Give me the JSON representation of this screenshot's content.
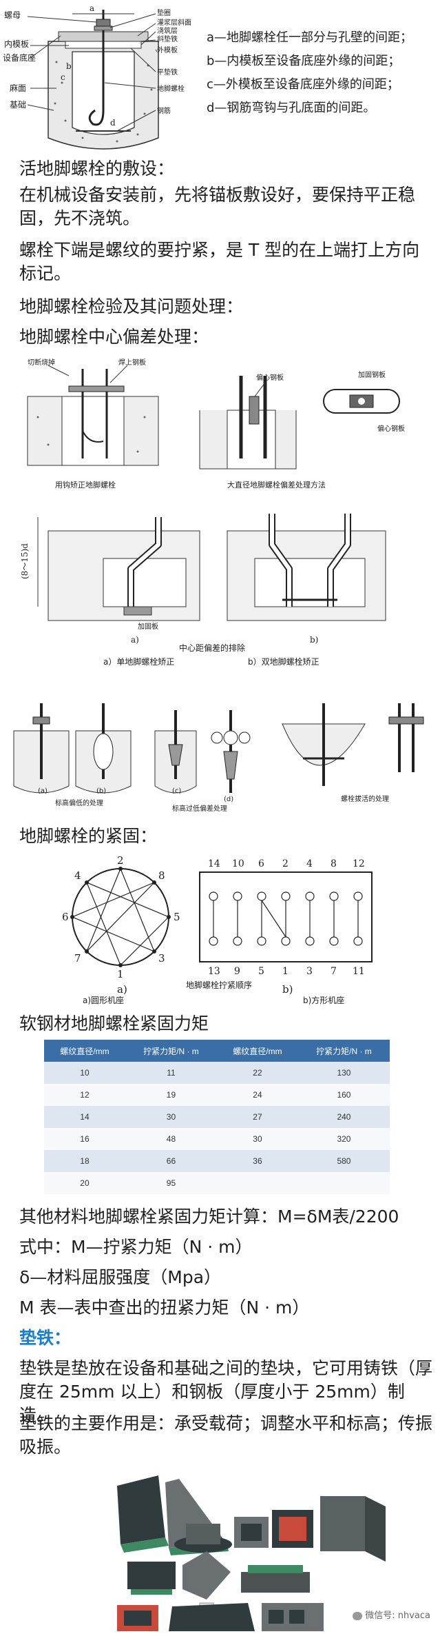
{
  "fig1": {
    "labels_left": [
      "螺母",
      "内模板",
      "设备底座",
      "麻面",
      "基础"
    ],
    "labels_mid": [
      "垫圈",
      "灌浆层斜面",
      "浇筑层",
      "斜垫铁",
      "外模板",
      "平垫铁",
      "地脚螺栓",
      "钢筋"
    ],
    "letters": [
      "a",
      "b",
      "c",
      "d"
    ],
    "legend": [
      "a—地脚螺栓任一部分与孔壁的间距；",
      "b—内模板至设备底座外缘的间距；",
      "c—外模板至设备底座外缘的间距；",
      "d—钢筋弯钩与孔底面的间距。"
    ]
  },
  "text1": {
    "heading": "活地脚螺栓的敷设：",
    "p1": "在机械设备安装前，先将锚板敷设好，要保持平正稳固，先不浇筑。",
    "p2": "螺栓下端是螺纹的要拧紧，是 T 型的在上端打上方向标记。",
    "h2": "地脚螺栓检验及其问题处理：",
    "h3": "地脚螺栓中心偏差处理："
  },
  "fig2": {
    "label_cut": "切断烧掉",
    "label_welded": "焊上钢板",
    "label_eccentric1": "偏心钢板",
    "label_weld_plate": "加固钢板",
    "label_eccentric2": "偏心钢板",
    "caption_left": "用钩矫正地脚螺栓",
    "caption_right": "大直径地脚螺栓偏差处理方法"
  },
  "fig3": {
    "dim": "(8～15)d",
    "label_plate": "加固板",
    "sub_a": "a)",
    "sub_b": "b)",
    "caption": "中心距偏差的排除",
    "sub_caption_a": "a）单地脚螺栓矫正",
    "sub_caption_b": "b）双地脚螺栓矫正"
  },
  "fig4": {
    "sub_a": "(a)",
    "sub_b": "(b)",
    "sub_c": "(c)",
    "sub_d": "(d)",
    "caption1": "标高偏低的处理",
    "caption2": "标高过低偏差处理",
    "caption3": "螺栓拔活的处理"
  },
  "text2": {
    "heading": "地脚螺栓的紧固："
  },
  "fig5": {
    "circle_numbers": [
      "1",
      "2",
      "3",
      "4",
      "5",
      "6",
      "7",
      "8"
    ],
    "top_row": [
      "14",
      "10",
      "6",
      "2",
      "4",
      "8",
      "12"
    ],
    "bottom_row": [
      "13",
      "9",
      "5",
      "1",
      "3",
      "7",
      "11"
    ],
    "sub_a": "a)",
    "sub_b": "b)",
    "caption_a": "a)圆形机座",
    "caption_mid": "地脚螺栓拧紧顺序",
    "caption_b": "b)方形机座"
  },
  "text3": {
    "heading": "软钢材地脚螺栓紧固力矩"
  },
  "torque_table": {
    "headers": [
      "螺纹直径/mm",
      "拧紧力矩/N · m",
      "螺纹直径/mm",
      "拧紧力矩/N · m"
    ],
    "rows": [
      [
        "10",
        "11",
        "22",
        "130"
      ],
      [
        "12",
        "19",
        "24",
        "160"
      ],
      [
        "14",
        "30",
        "27",
        "240"
      ],
      [
        "16",
        "48",
        "30",
        "320"
      ],
      [
        "18",
        "66",
        "36",
        "580"
      ],
      [
        "20",
        "95",
        "",
        ""
      ]
    ]
  },
  "text4": {
    "l1": "其他材料地脚螺栓紧固力矩计算：M=δM表/2200",
    "l2": "式中：M—拧紧力矩（N · m）",
    "l3": "δ—材料屈服强度（Mpa）",
    "l4": "M 表—表中查出的扭紧力矩（N · m）",
    "heading_blue": "垫铁：",
    "p1": "垫铁是垫放在设备和基础之间的垫块，它可用铸铁（厚度在 25mm 以上）和钢板（厚度小于 25mm）制造。",
    "p2": "垫铁的主要作用是：承受载荷；调整水平和标高；传振吸振。"
  },
  "watermark": "微信号: nhvaca",
  "colors": {
    "table_header": "#3b6ea6",
    "table_row_a": "#dde6f1",
    "table_row_b": "#f6f8fb",
    "accent_blue": "#1a7fc9",
    "iron_dark": "#2f3b3c",
    "iron_green": "#3d8a62"
  }
}
